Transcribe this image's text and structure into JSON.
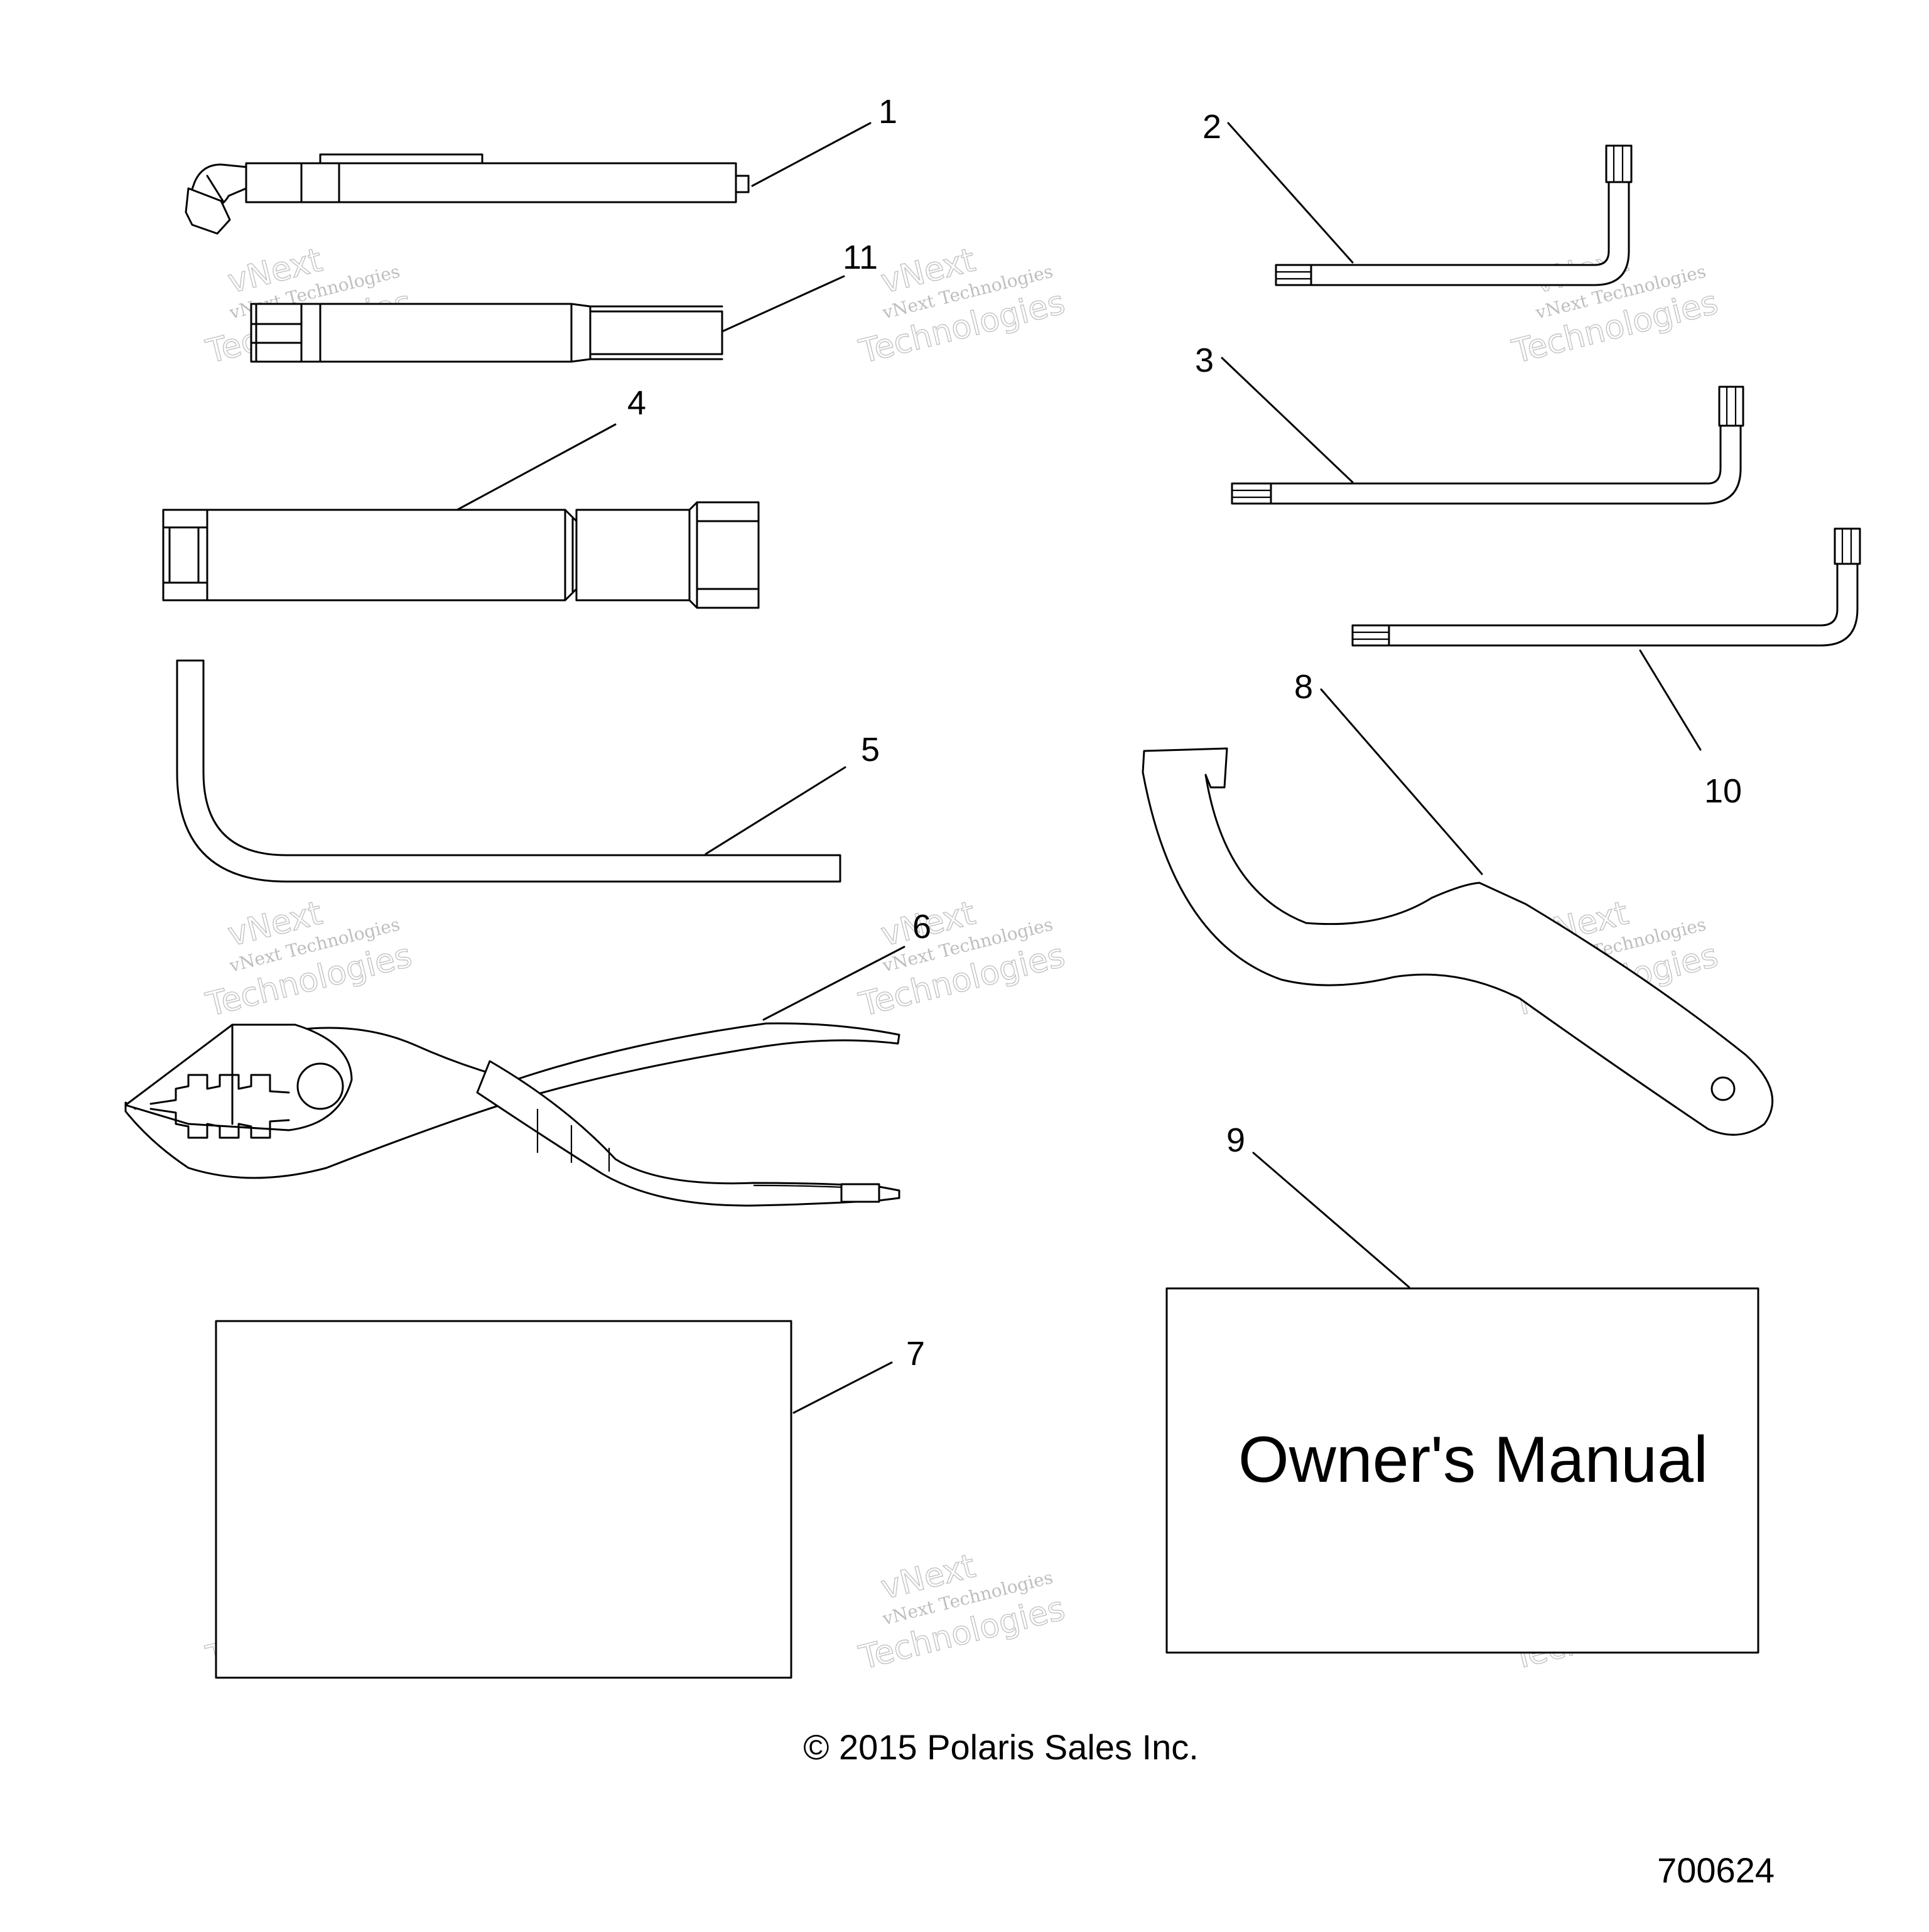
{
  "callouts": {
    "c1": "1",
    "c2": "2",
    "c3": "3",
    "c4": "4",
    "c5": "5",
    "c6": "6",
    "c7": "7",
    "c8": "8",
    "c9": "9",
    "c10": "10",
    "c11": "11"
  },
  "manual_title": "Owner's Manual",
  "copyright": "© 2015 Polaris Sales Inc.",
  "diagram_number": "700624",
  "watermark": {
    "line1": "vNext",
    "line2": "vNext Technologies",
    "line3": "Technologies"
  }
}
